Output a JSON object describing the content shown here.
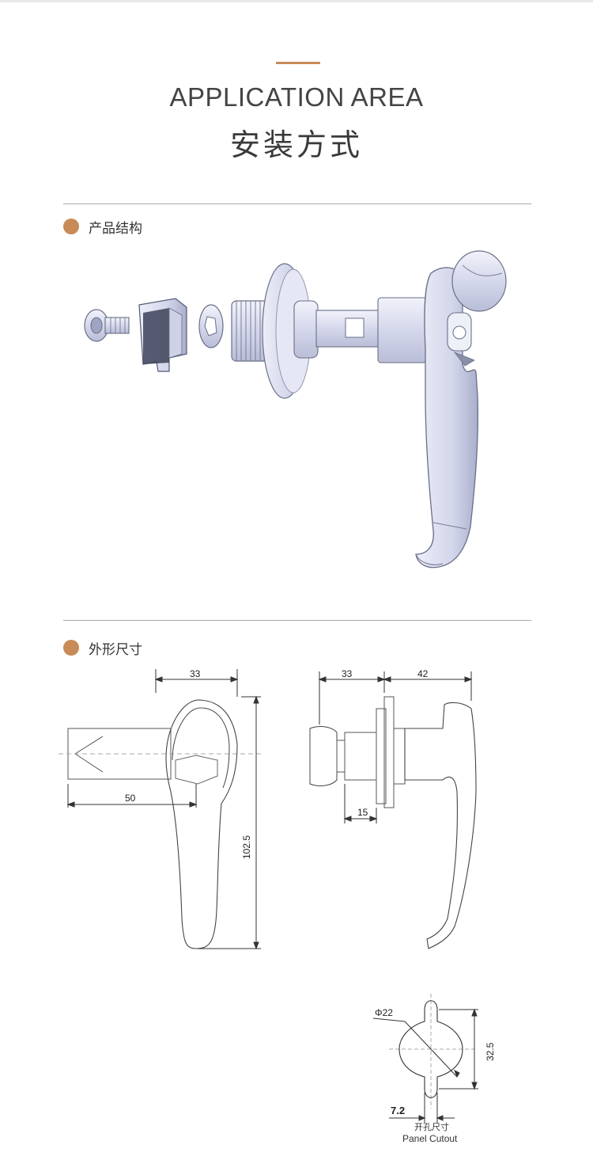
{
  "header": {
    "title_en": "APPLICATION AREA",
    "title_cn": "安装方式"
  },
  "sections": [
    {
      "label": "产品结构"
    },
    {
      "label": "外形尺寸"
    }
  ],
  "dimensions": {
    "front_width": "33",
    "shaft_length": "50",
    "height": "102.5",
    "side_shaft": "33",
    "side_handle": "42",
    "side_flange": "15",
    "cutout_diameter": "Φ22",
    "cutout_height": "32.5",
    "cutout_slot": "7.2"
  },
  "cutout": {
    "label_cn": "开孔尺寸",
    "label_en": "Panel Cutout"
  },
  "colors": {
    "accent": "#c88a57",
    "rule": "#a8a8a8",
    "part_fill": "#dcdff0",
    "part_stroke": "#6a6f88"
  }
}
